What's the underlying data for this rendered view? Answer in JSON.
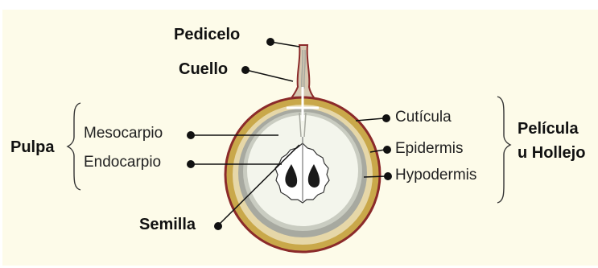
{
  "labels": {
    "pedicelo": "Pedicelo",
    "cuello": "Cuello",
    "pulpa": "Pulpa",
    "mesocarpio": "Mesocarpio",
    "endocarpio": "Endocarpio",
    "semilla": "Semilla",
    "cuticula": "Cutícula",
    "epidermis": "Epidermis",
    "hypodermis": "Hypodermis",
    "pelicula_line1": "Película",
    "pelicula_line2": "u Hollejo"
  },
  "colors": {
    "background_panel": "#fdfbe9",
    "cuticle_red": "#8b2a2a",
    "epidermis_gold": "#c9a84a",
    "hypodermis_grey": "#a7a9a0",
    "pulp": "#f3f5ec",
    "seed": "#1a1a1a",
    "leader_line": "#111111"
  }
}
